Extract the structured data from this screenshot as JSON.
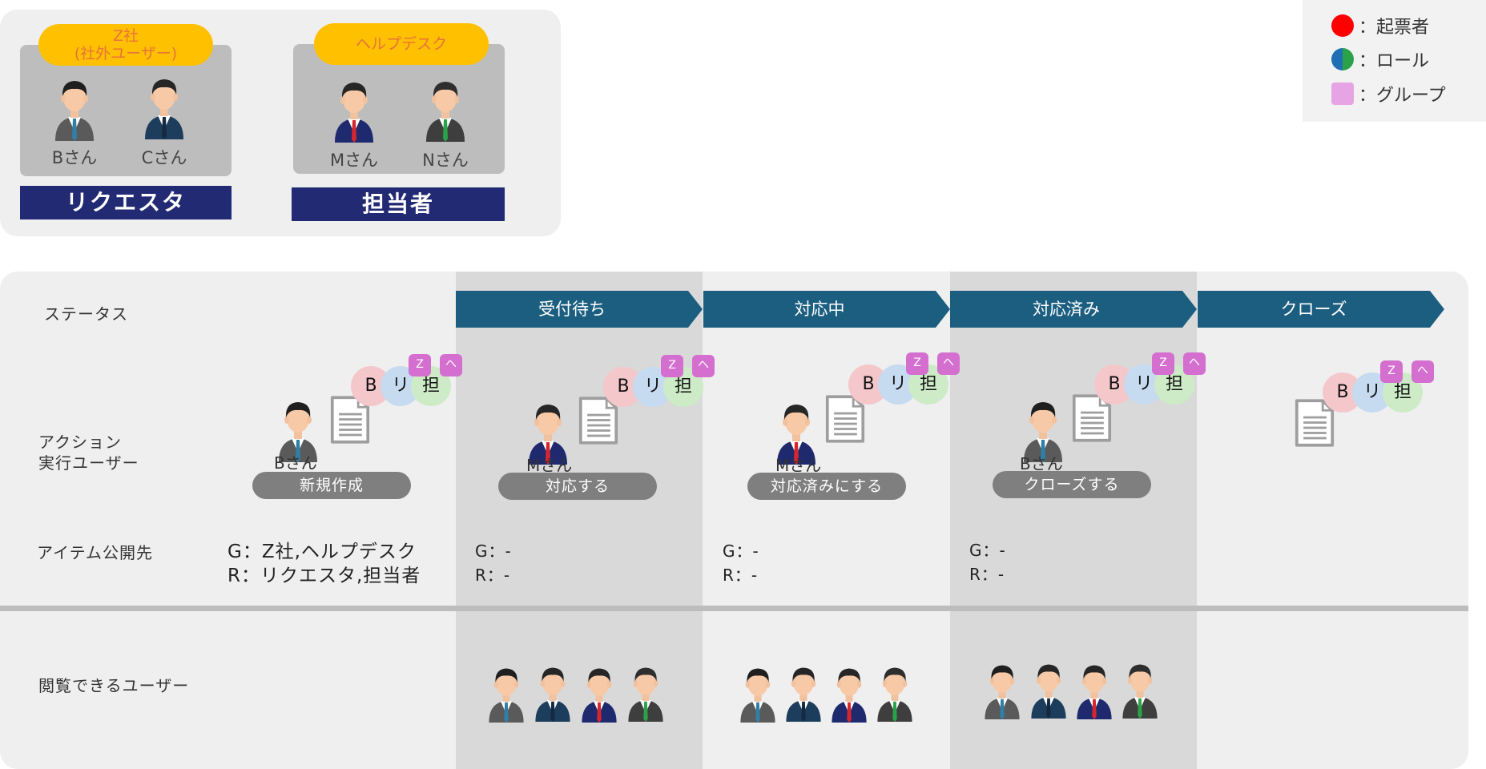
{
  "legend": {
    "items": [
      {
        "label": "：起票者",
        "shape": "circle",
        "color": "#ff0000"
      },
      {
        "label": "：ロール",
        "shape": "half-circle",
        "colors": [
          "#1f6fb4",
          "#2aa24a"
        ]
      },
      {
        "label": "：グループ",
        "shape": "square",
        "color": "#e7a4e4"
      }
    ]
  },
  "groups": [
    {
      "name_line1": "Z社",
      "name_line2": "(社外ユーザー)",
      "members": [
        "Bさん",
        "Cさん"
      ],
      "role": "リクエスタ"
    },
    {
      "name_line1": "ヘルプデスク",
      "members": [
        "Mさん",
        "Nさん"
      ],
      "role": "担当者"
    }
  ],
  "rows": {
    "status": "ステータス",
    "action_line1": "アクション",
    "action_line2": "実行ユーザー",
    "published": "アイテム公開先",
    "viewers": "閲覧できるユーザー"
  },
  "statuses": [
    "受付待ち",
    "対応中",
    "対応済み",
    "クローズ"
  ],
  "steps": [
    {
      "actor": "Bさん",
      "action": "新規作成",
      "pub_g": "G：Z社,ヘルプデスク",
      "pub_r": "R：リクエスタ,担当者"
    },
    {
      "actor": "Mさん",
      "action": "対応する",
      "pub_g": "G：-",
      "pub_r": "R：-"
    },
    {
      "actor": "Mさん",
      "action": "対応済みにする",
      "pub_g": "G：-",
      "pub_r": "R：-"
    },
    {
      "actor": "Bさん",
      "action": "クローズする",
      "pub_g": "G：-",
      "pub_r": "R：-"
    }
  ],
  "badges": {
    "creator": "B",
    "role1": "リ",
    "role2": "担",
    "group1": "Z",
    "group2": "ヘ"
  },
  "colors": {
    "status_arrow": "#1b5e80",
    "navy_banner": "#222a73",
    "group_pill": "#ffc000",
    "action_button": "#7f7f7f",
    "badge_creator": "#f4c7cb",
    "badge_role1": "#c6daf0",
    "badge_role2": "#cdebc6",
    "badge_group": "#d46fd0"
  }
}
